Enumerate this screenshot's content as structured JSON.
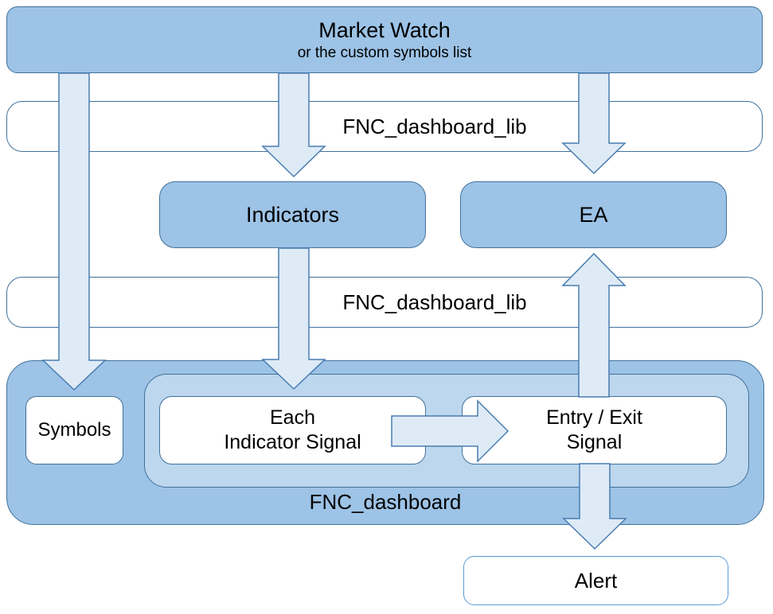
{
  "diagram": {
    "market_watch": {
      "title": "Market Watch",
      "subtitle": "or the custom symbols list"
    },
    "band1": {
      "label": "FNC_dashboard_lib"
    },
    "band2": {
      "label": "FNC_dashboard_lib"
    },
    "indicators": {
      "label": "Indicators"
    },
    "ea": {
      "label": "EA"
    },
    "dashboard": {
      "label": "FNC_dashboard"
    },
    "symbols": {
      "label": "Symbols"
    },
    "each_indicator_signal": {
      "line1": "Each",
      "line2": "Indicator Signal"
    },
    "entry_exit_signal": {
      "line1": "Entry / Exit",
      "line2": "Signal"
    },
    "alert": {
      "label": "Alert"
    },
    "arrows": [
      "market-watch-to-symbols",
      "market-watch-to-indicators",
      "market-watch-to-ea",
      "indicators-to-each-indicator-signal",
      "entry-exit-signal-to-ea",
      "each-indicator-signal-to-entry-exit-signal",
      "entry-exit-signal-to-alert"
    ]
  },
  "colors": {
    "node_fill": "#9DC3E6",
    "inner_group_fill": "#BDD7EE",
    "arrow_fill": "#DEEBF7",
    "border": "#41719C",
    "arrow_border": "#4A7CB0",
    "alert_border": "#5B9BD5",
    "background": "#FFFFFF",
    "text": "#000000"
  }
}
